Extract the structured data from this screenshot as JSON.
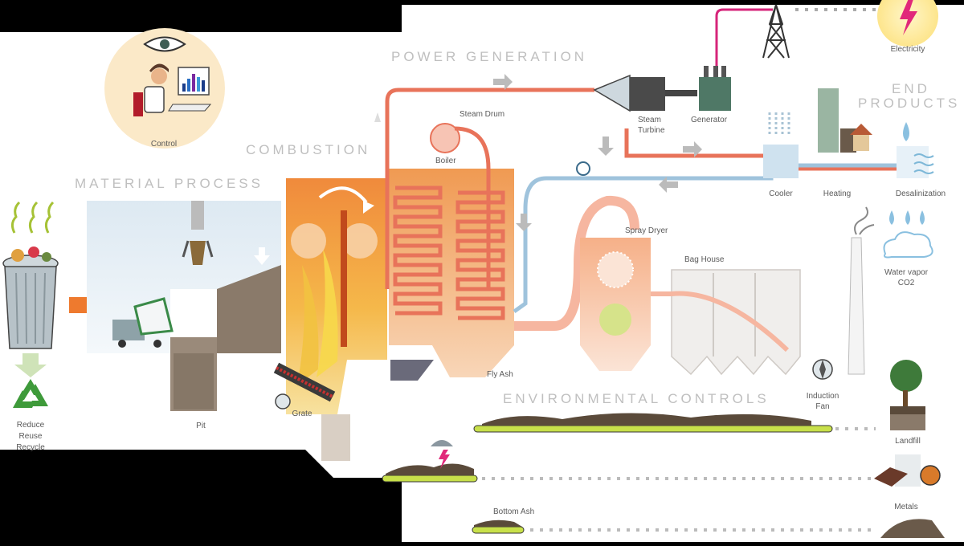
{
  "sections": {
    "power_generation": "POWER GENERATION",
    "combustion": "COMBUSTION",
    "material_process": "MATERIAL PROCESS",
    "end_products_1": "END",
    "end_products_2": "PRODUCTS",
    "environmental_controls": "ENVIRONMENTAL CONTROLS"
  },
  "labels": {
    "control": "Control",
    "steam_drum": "Steam Drum",
    "boiler": "Boiler",
    "steam_turbine_1": "Steam",
    "steam_turbine_2": "Turbine",
    "generator": "Generator",
    "electricity": "Electricity",
    "cooler": "Cooler",
    "heating": "Heating",
    "desalinization": "Desalinization",
    "water_vapor_1": "Water vapor",
    "water_vapor_2": "CO2",
    "spray_dryer": "Spray Dryer",
    "bag_house": "Bag House",
    "fly_ash": "Fly Ash",
    "induction_fan_1": "Induction",
    "induction_fan_2": "Fan",
    "landfill": "Landfill",
    "metals": "Metals",
    "bottom_ash": "Bottom Ash",
    "pit": "Pit",
    "grate": "Grate",
    "reduce": "Reduce",
    "reuse": "Reuse",
    "recycle": "Recycle"
  },
  "colors": {
    "background": "#000000",
    "panel": "#ffffff",
    "furnace": "#e8602c",
    "steam_pipe": "#e8735a",
    "water_pipe": "#9fc3dc",
    "conveyor": "#c8e04a",
    "power_line": "#d6247a"
  }
}
